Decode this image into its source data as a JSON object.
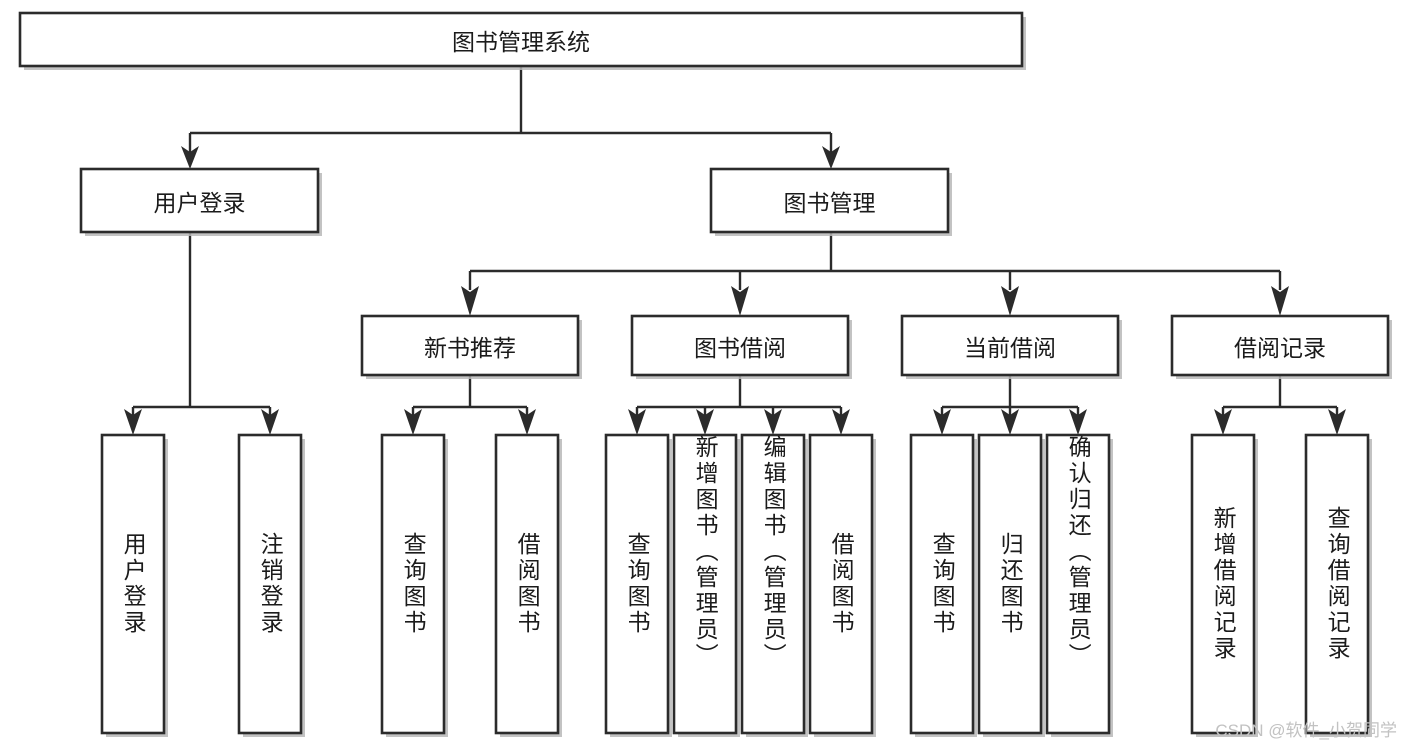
{
  "diagram": {
    "title": "图书管理系统",
    "type": "tree-hierarchy-functional-decomposition",
    "root": {
      "id": "root",
      "label": "图书管理系统"
    },
    "level2": [
      {
        "id": "user-login",
        "label": "用户登录"
      },
      {
        "id": "book-management",
        "label": "图书管理"
      }
    ],
    "level3": [
      {
        "id": "new-book-recommend",
        "label": "新书推荐",
        "parent": "book-management"
      },
      {
        "id": "book-borrow",
        "label": "图书借阅",
        "parent": "book-management"
      },
      {
        "id": "current-borrow",
        "label": "当前借阅",
        "parent": "book-management"
      },
      {
        "id": "borrow-record",
        "label": "借阅记录",
        "parent": "book-management"
      }
    ],
    "leaves": {
      "user-login": [
        {
          "id": "leaf-user-login",
          "label": "用户登录"
        },
        {
          "id": "leaf-logout-login",
          "label": "注销登录"
        }
      ],
      "new-book-recommend": [
        {
          "id": "leaf-query-book-1",
          "label": "查询图书"
        },
        {
          "id": "leaf-borrow-book-1",
          "label": "借阅图书"
        }
      ],
      "book-borrow": [
        {
          "id": "leaf-query-book-2",
          "label": "查询图书"
        },
        {
          "id": "leaf-add-book",
          "label": "新增图书（管理员）"
        },
        {
          "id": "leaf-edit-book",
          "label": "编辑图书（管理员）"
        },
        {
          "id": "leaf-borrow-book-2",
          "label": "借阅图书"
        }
      ],
      "current-borrow": [
        {
          "id": "leaf-query-book-3",
          "label": "查询图书"
        },
        {
          "id": "leaf-return-book",
          "label": "归还图书"
        },
        {
          "id": "leaf-confirm-return",
          "label": "确认归还（管理员）"
        }
      ],
      "borrow-record": [
        {
          "id": "leaf-add-record",
          "label": "新增借阅记录"
        },
        {
          "id": "leaf-query-record",
          "label": "查询借阅记录"
        }
      ]
    },
    "colors": {
      "background": "#ffffff",
      "box_stroke": "#2b2b2b",
      "box_fill": "#ffffff",
      "connector": "#2b2b2b",
      "text": "#1b1b1b",
      "watermark": "#c2c2c2"
    }
  },
  "watermark": {
    "text": "CSDN @软件_小贺同学"
  }
}
